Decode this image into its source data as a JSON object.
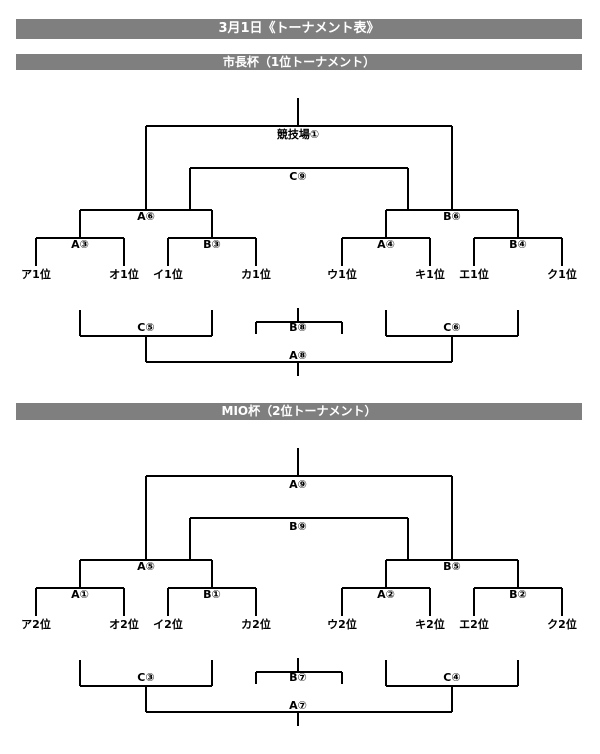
{
  "title": "3月1日《トーナメント表》",
  "sections": [
    {
      "header": "市長杯（1位トーナメント）",
      "final_label": "競技場①",
      "semi_label": "C⑨",
      "qf_left": "A⑥",
      "qf_right": "B⑥",
      "r1_labels": [
        "A③",
        "B③",
        "A④",
        "B④"
      ],
      "teams": [
        "ア1位",
        "オ1位",
        "イ1位",
        "カ1位",
        "ウ1位",
        "キ1位",
        "エ1位",
        "ク1位"
      ],
      "consolation": {
        "left": "C⑤",
        "middle": "B⑧",
        "right": "C⑥",
        "bottom": "A⑧"
      }
    },
    {
      "header": "MIO杯（2位トーナメント）",
      "final_label": "A⑨",
      "semi_label": "B⑨",
      "qf_left": "A⑤",
      "qf_right": "B⑤",
      "r1_labels": [
        "A①",
        "B①",
        "A②",
        "B②"
      ],
      "teams": [
        "ア2位",
        "オ2位",
        "イ2位",
        "カ2位",
        "ウ2位",
        "キ2位",
        "エ2位",
        "ク2位"
      ],
      "consolation": {
        "left": "C③",
        "middle": "B⑦",
        "right": "C④",
        "bottom": "A⑦"
      }
    }
  ]
}
